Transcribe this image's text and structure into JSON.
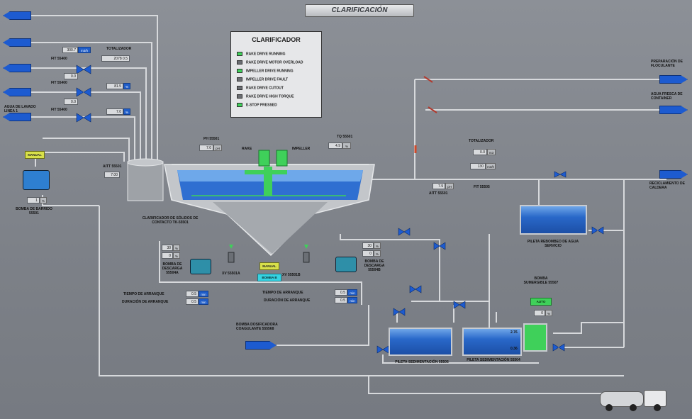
{
  "title": "CLARIFICACIÓN",
  "legend": {
    "title": "CLARIFICADOR",
    "items": [
      {
        "label": "RAKE DRIVE RUNNING",
        "color": "#3fd05a"
      },
      {
        "label": "RAKE DRIVE MOTOR OVERLOAD",
        "color": "#6a6d72"
      },
      {
        "label": "IMPELLER DRIVE RUNNING",
        "color": "#3fd05a"
      },
      {
        "label": "IMPELLER DRIVE FAULT",
        "color": "#6a6d72"
      },
      {
        "label": "RAKE DRIVE CUTOUT",
        "color": "#6a6d72"
      },
      {
        "label": "RAKE DRIVE HIGH TORQUE",
        "color": "#6a6d72"
      },
      {
        "label": "E-STOP PRESSED",
        "color": "#3fd05a"
      }
    ]
  },
  "left_inputs": {
    "totalizador_label": "TOTALIZADOR",
    "totalizador_value": "2078 0.5",
    "flow1_value": "300.7",
    "fit1_label": "FIT 55400",
    "fit1_value": "0.0",
    "fit2_label": "FIT 55400",
    "fit2_value": "0.0",
    "fit3_label": "FIT 55400",
    "fit3_value": "0.0",
    "pct1": "81.5",
    "pct2": "7.0",
    "agua_label": "AGUA DE LAVADO LINEA 1"
  },
  "bomba_barrido": {
    "mode": "MANUAL",
    "value": "1",
    "label": "BOMBA DE BARRIDO 55501"
  },
  "aitt": {
    "label": "AITT 55501",
    "value": "7.00"
  },
  "ph": {
    "label": "PH 55501",
    "value": "7.0",
    "unit": "pH"
  },
  "rake_label": "RAKE",
  "impeller_label": "IMPELLER",
  "tq": {
    "label": "TQ 55501",
    "value": "4.9",
    "unit": "%"
  },
  "clarificador_label": "CLARIFICADOR DE SÓLIDOS DE CONTACTO TK-55501",
  "bomba_desc_left": {
    "v1": "30",
    "v2": "0",
    "label": "BOMBA DE DESCARGA 55504A"
  },
  "bomba_desc_right": {
    "v1": "30",
    "v2": "0",
    "label": "BOMBA DE DESCARGA 55504B"
  },
  "xv_left": "XV 55501A",
  "xv_right": "XV 55501B",
  "center_manual": "MANUAL",
  "center_bomba": "BOMBA B",
  "tiempo_left": {
    "arranque_label": "TIEMPO DE ARRANQUE",
    "arranque_val": "0.5",
    "duracion_label": "DURACIÓN DE ARRANQUE",
    "duracion_val": "0.5",
    "unit": "min"
  },
  "tiempo_right": {
    "arranque_label": "TIEMPO DE ARRANQUE",
    "arranque_val": "0.5",
    "duracion_label": "DURACIÓN DE ARRANQUE",
    "duracion_val": "0.5",
    "unit": "min"
  },
  "totalizador_right": {
    "label": "TOTALIZADOR",
    "v1": "0.0",
    "v2": "130"
  },
  "fit_mid": "FIT 55505",
  "aitt_mid": {
    "label": "AITT 55501",
    "value": "7.9",
    "unit": "pH"
  },
  "right_outputs": [
    {
      "label": "PREPARACIÓN DE FLOCULANTE"
    },
    {
      "label": "AGUA FRESCA DE CONTAINER"
    },
    {
      "label": "RECICLAMIENTO DE CALDERA"
    }
  ],
  "pileta_rebombeo": "PILETA REBOMBEO DE AGUA SERVICIO",
  "bomba_sumergible": {
    "label": "BOMBA SUMERGIBLE 55507",
    "mode": "AUTO",
    "value": "0"
  },
  "bomba_dosificadora": "BOMBA DOSIFICADORA COAGULANTE 555568",
  "pileta_sed_a": "PILETA SEDIMENTACIÓN 55505",
  "pileta_sed_b": "PILETA SEDIMENTACIÓN 55504",
  "level_hi": "2.76",
  "level_lo": "0.36"
}
